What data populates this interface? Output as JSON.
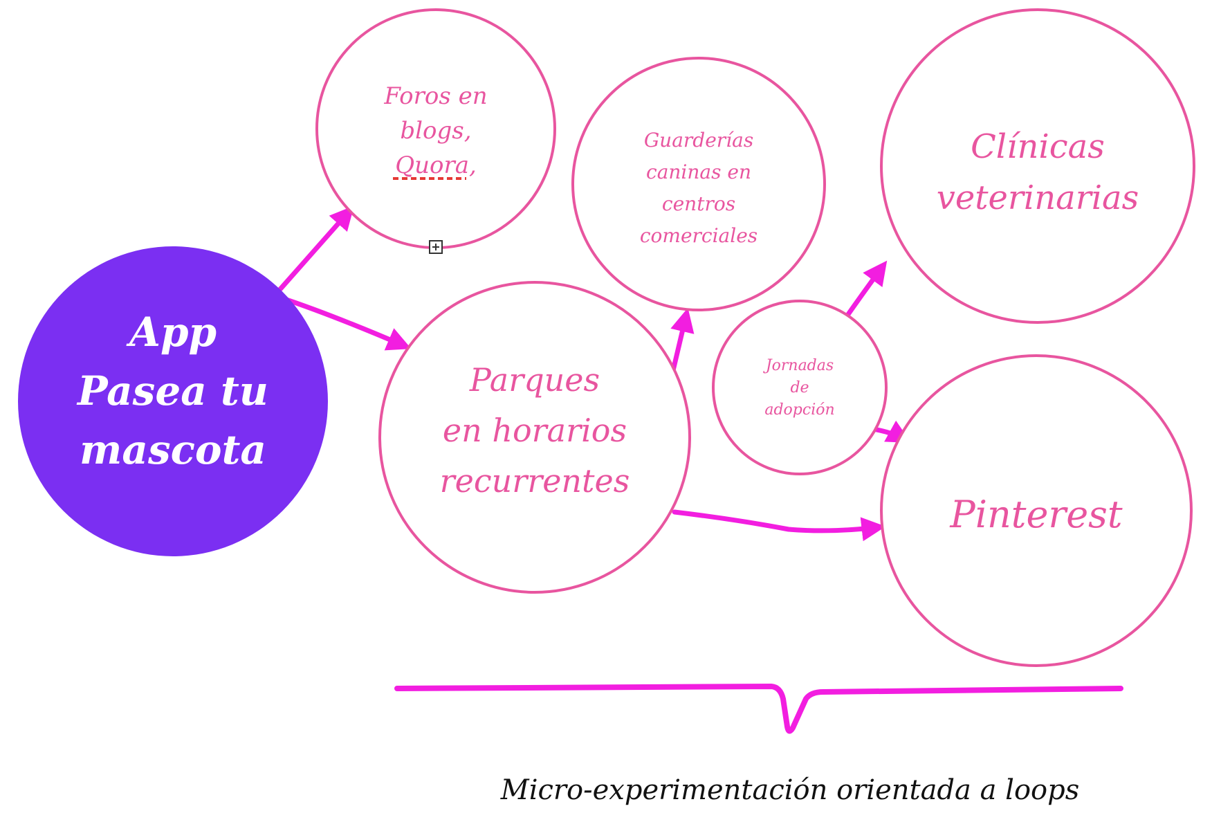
{
  "colors": {
    "node_stroke": "#e8559f",
    "node_text": "#e8559f",
    "center_fill": "#7b2ff2",
    "center_text": "#ffffff",
    "arrow": "#f21ee0",
    "spell_underline": "#e53935",
    "caption": "#111111"
  },
  "center": {
    "lines": [
      "App",
      "Pasea tu",
      "mascota"
    ]
  },
  "nodes": {
    "foros": {
      "line1": "Foros en",
      "line2": "blogs,",
      "line3_word": "Quora",
      "line3_punct": ","
    },
    "guarderias": {
      "lines": [
        "Guarderías",
        "caninas en",
        "centros",
        "comerciales"
      ]
    },
    "clinicas": {
      "lines": [
        "Clínicas",
        "veterinarias"
      ]
    },
    "parques": {
      "lines": [
        "Parques",
        "en horarios",
        "recurrentes"
      ]
    },
    "jornadas": {
      "lines": [
        "Jornadas",
        "de",
        "adopción"
      ]
    },
    "pinterest": {
      "lines": [
        "Pinterest"
      ]
    }
  },
  "caption": {
    "text": "Micro-experimentación orientada a loops"
  },
  "expander": {
    "icon": "plus-box-icon",
    "glyph": "+"
  }
}
